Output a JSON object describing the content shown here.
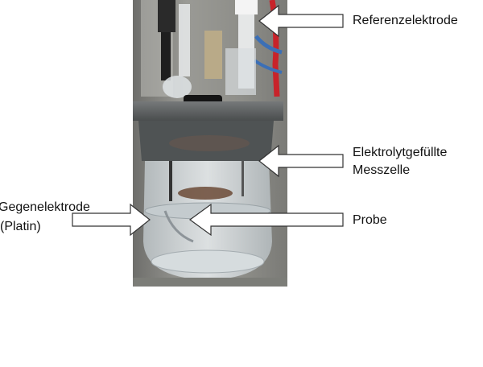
{
  "labels": {
    "reference_electrode": "Referenzelektrode",
    "electrolyte_cell_line1": "Elektrolytgefüllte",
    "electrolyte_cell_line2": "Messzelle",
    "counter_electrode_line1": "Gegenelektrode",
    "counter_electrode_line2": "(Platin)",
    "sample": "Probe"
  },
  "colors": {
    "photo_bg": "#8a8a86",
    "lid": "#5c605f",
    "glass": "#cfd5d7",
    "cable_red": "#c8232a",
    "cable_blue": "#3b6fb6",
    "arrow_fill": "#ffffff",
    "arrow_stroke": "#333333"
  }
}
